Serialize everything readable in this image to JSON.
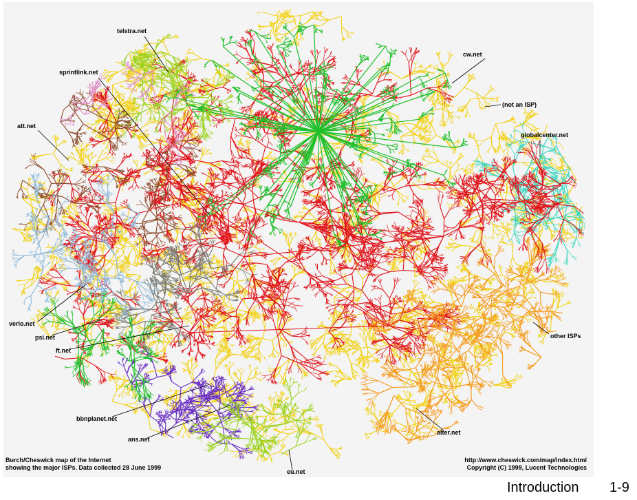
{
  "map": {
    "isp_labels": [
      {
        "id": "telstra",
        "text": "telstra.net"
      },
      {
        "id": "cw",
        "text": "cw.net"
      },
      {
        "id": "sprintlink",
        "text": "sprintlink.net"
      },
      {
        "id": "not-isp",
        "text": "(not an ISP)"
      },
      {
        "id": "att",
        "text": "att.net"
      },
      {
        "id": "globalcenter",
        "text": "globalcenter.net"
      },
      {
        "id": "verio",
        "text": "verio.net"
      },
      {
        "id": "psi",
        "text": "psi.net"
      },
      {
        "id": "ft",
        "text": "ft.net"
      },
      {
        "id": "other",
        "text": "other ISPs"
      },
      {
        "id": "bbnplanet",
        "text": "bbnplanet.net"
      },
      {
        "id": "ans",
        "text": "ans.net"
      },
      {
        "id": "alter",
        "text": "alter.net"
      },
      {
        "id": "eu",
        "text": "eu.net"
      }
    ],
    "caption_left_line1": "Burch/Cheswick map of the Internet",
    "caption_left_line2": "showing the major ISPs.  Data collected 28 June 1999",
    "caption_right_line1": "http://www.cheswick.com/map/index.html",
    "caption_right_line2": "Copyright (C) 1999, Lucent Technologies",
    "colors": {
      "yellow": "#f2d21a",
      "red": "#e0141b",
      "green": "#1fbf2a",
      "orange": "#f59a1c",
      "purple": "#6a2fc2",
      "teal": "#3bd6c0",
      "brown": "#8a4a2a",
      "grey": "#7a7a70",
      "lime": "#9ad21e",
      "lightblue": "#8fb9d9",
      "pink": "#e08fc8"
    }
  },
  "slide": {
    "title": "Introduction",
    "number": "1-9"
  }
}
